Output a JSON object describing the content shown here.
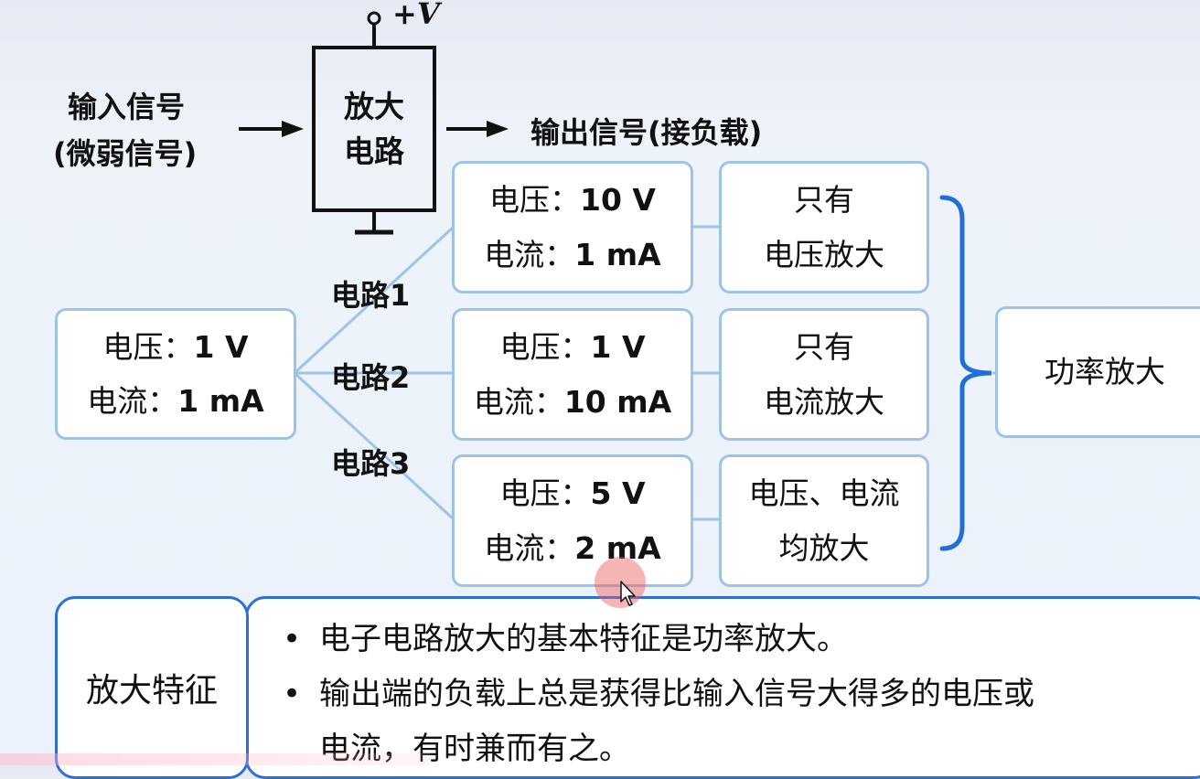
{
  "amplifier": {
    "label_line1": "放大",
    "label_line2": "电路",
    "supply": "+V"
  },
  "input": {
    "line1": "输入信号",
    "line2": "(微弱信号)"
  },
  "output": {
    "label": "输出信号(接负载)"
  },
  "source": {
    "voltage_prefix": "电压：",
    "voltage_value": "1 V",
    "current_prefix": "电流：",
    "current_value": "1 mA"
  },
  "circuits": [
    {
      "name": "电路1",
      "voltage_prefix": "电压：",
      "voltage_value": "10 V",
      "current_prefix": "电流：",
      "current_value": "1 mA",
      "result_line1": "只有",
      "result_line2": "电压放大"
    },
    {
      "name": "电路2",
      "voltage_prefix": "电压：",
      "voltage_value": "1 V",
      "current_prefix": "电流：",
      "current_value": "10 mA",
      "result_line1": "只有",
      "result_line2": "电流放大"
    },
    {
      "name": "电路3",
      "voltage_prefix": "电压：",
      "voltage_value": "5 V",
      "current_prefix": "电流：",
      "current_value": "2 mA",
      "result_line1": "电压、电流",
      "result_line2": "均放大"
    }
  ],
  "conclusion": "功率放大",
  "features": {
    "title": "放大特征",
    "bullets": [
      "电子电路放大的基本特征是功率放大。",
      "输出端的负载上总是获得比输入信号大得多的电压或",
      "电流，有时兼而有之。"
    ]
  },
  "colors": {
    "box_border": "#9dc3e6",
    "bracket": "#1f6fd6",
    "panel_border": "#2e6fd6",
    "cursor": "#ea5a5a"
  }
}
